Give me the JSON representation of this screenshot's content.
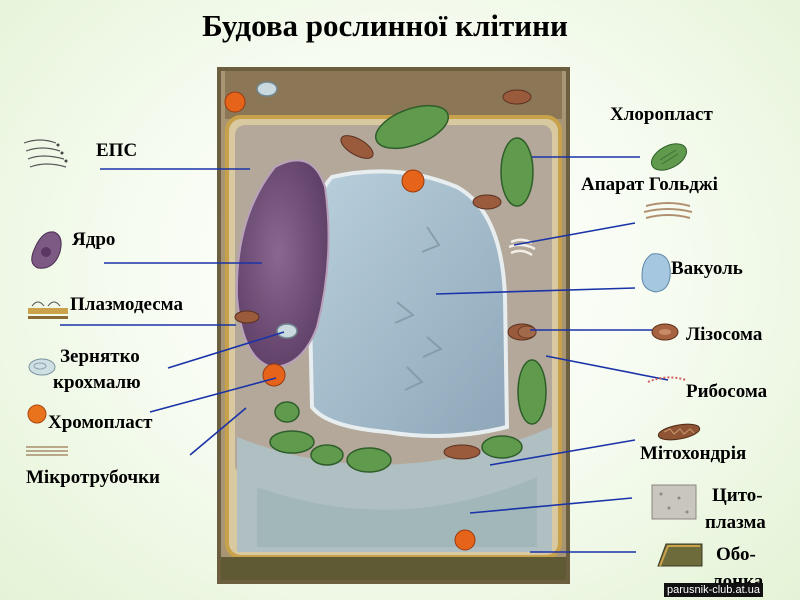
{
  "title": "Будова рослинної клітини",
  "labels": {
    "eps": "ЕПС",
    "nucleus": "Ядро",
    "plasmodesma": "Плазмодесма",
    "starch_1": "Зернятко",
    "starch_2": "крохмалю",
    "chromoplast": "Хромопласт",
    "microtubules": "Мікротрубочки",
    "chloroplast": "Хлоропласт",
    "golgi": "Апарат Гольджі",
    "vacuole": "Вакуоль",
    "lysosome": "Лізосома",
    "ribosome": "Рибосома",
    "mitochondrion": "Мітохондрія",
    "cytoplasm_1": "Цито-",
    "cytoplasm_2": "плазма",
    "wall_1": "Обо-",
    "wall_2": "лонка"
  },
  "watermark": "parusnik-club.at.ua",
  "colors": {
    "line": "#1a33a8",
    "vacuole": "#9fb7c8",
    "nucleus": "#7d5a84",
    "chloroplast": "#5f9a4d",
    "chromoplast": "#e5641a"
  }
}
